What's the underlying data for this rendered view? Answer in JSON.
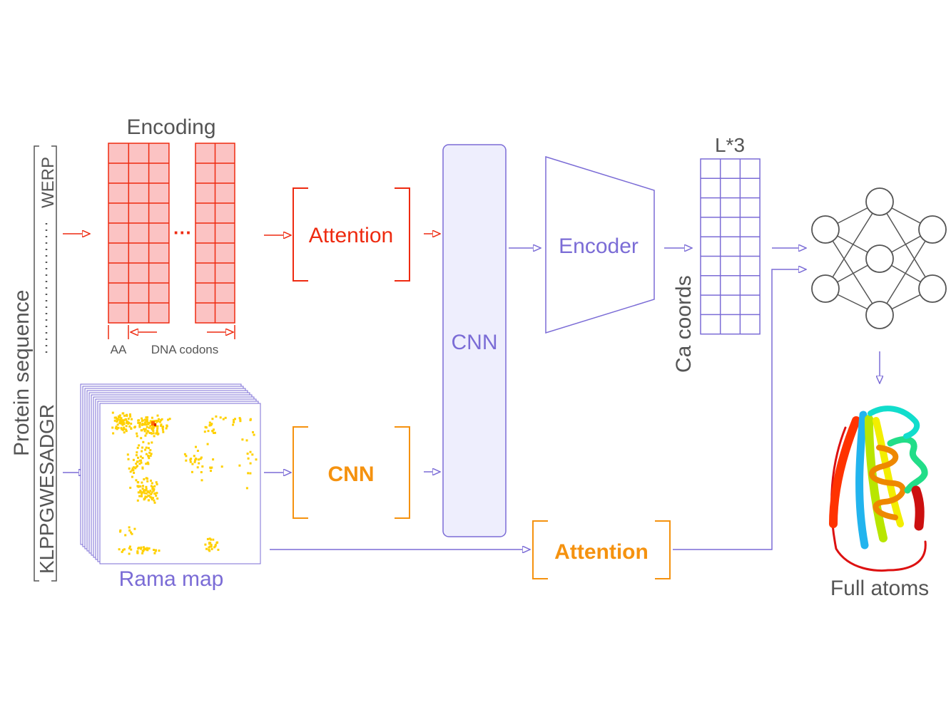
{
  "colors": {
    "red": "#ee2a10",
    "red_fill": "#fbc3c3",
    "purple": "#7b6cd6",
    "purple_fill": "#eeeefd",
    "orange": "#f5920f",
    "grey": "#555555",
    "yellow": "#ffd000"
  },
  "sequence": {
    "label": "Protein sequence",
    "start": "KLPPGWESADGR",
    "end": "WERP"
  },
  "encoding": {
    "title": "Encoding",
    "ellipsis": "···",
    "aa_label": "AA",
    "codons_label": "DNA codons"
  },
  "rama": {
    "label": "Rama map"
  },
  "blocks": {
    "attention_top": "Attention",
    "cnn_small": "CNN",
    "cnn_tall": "CNN",
    "encoder": "Encoder",
    "attention_bottom": "Attention"
  },
  "coords": {
    "title": "L*3",
    "side_label": "Ca coords"
  },
  "output": {
    "label": "Full atoms",
    "nn_icon": "neural-network-icon",
    "protein_icon": "protein-ribbon-icon"
  }
}
